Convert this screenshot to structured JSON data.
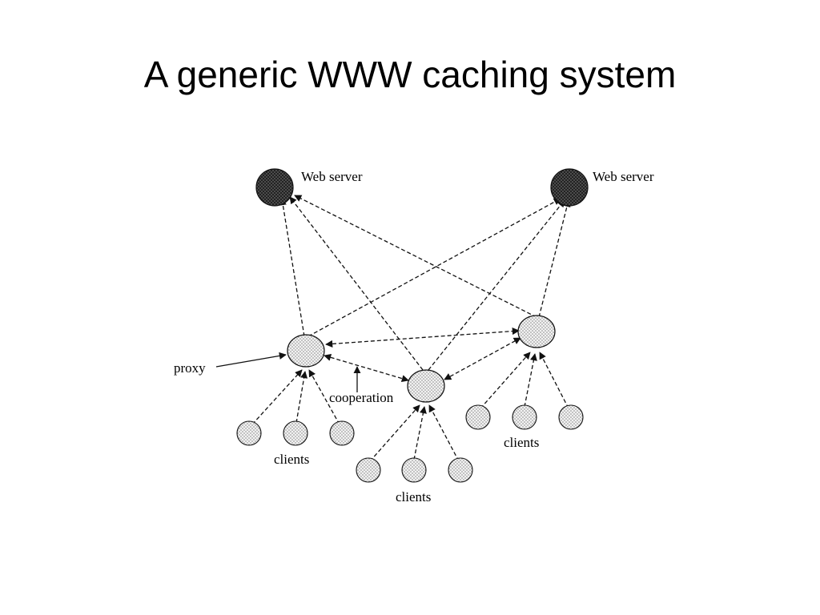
{
  "slide": {
    "title": "A generic WWW caching system"
  },
  "diagram": {
    "labels": {
      "web_server_left": "Web server",
      "web_server_right": "Web server",
      "proxy": "proxy",
      "cooperation": "cooperation",
      "clients_left": "clients",
      "clients_center": "clients",
      "clients_right": "clients"
    },
    "colors": {
      "server_fill": "#3a3a3a",
      "proxy_fill": "#d9d9d9",
      "client_fill": "#ececec",
      "line": "#111111"
    }
  }
}
